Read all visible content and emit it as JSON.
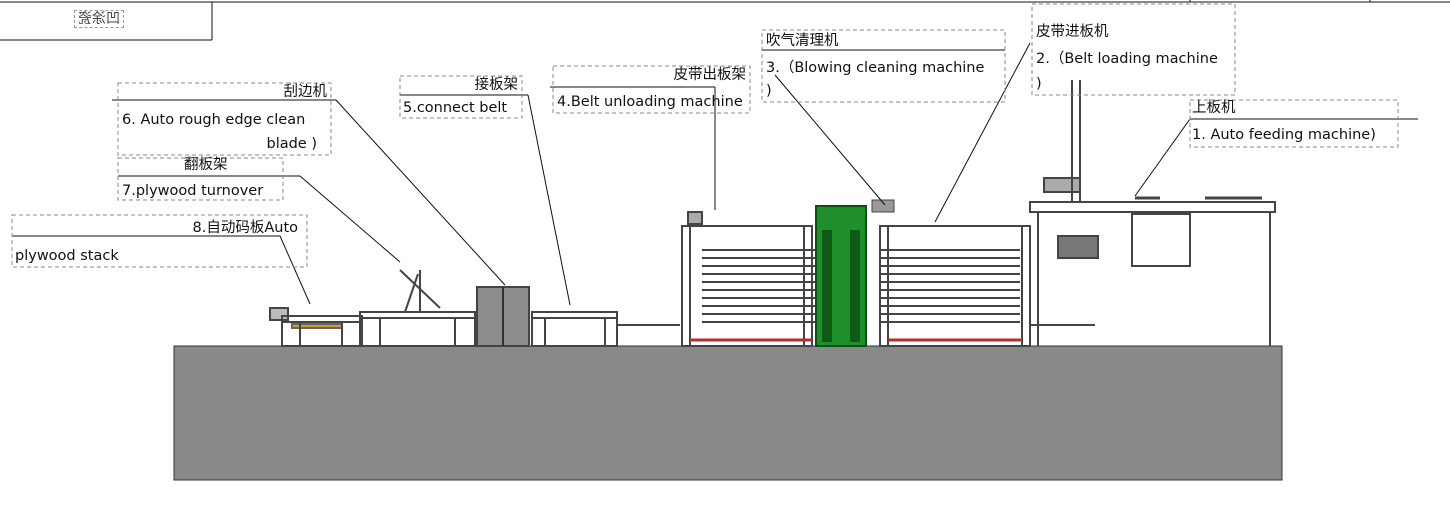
{
  "stamp_text": "凹涂瓷",
  "labels": {
    "m1_cn": "上板机",
    "m1_en": "1. Auto feeding machine)",
    "m2_cn": "皮带进板机",
    "m2_en_1": "2.（Belt loading machine",
    "m2_en_2": ")",
    "m3_cn": "吹气清理机",
    "m3_en_1": "3.（Blowing cleaning machine",
    "m3_en_2": ")",
    "m4_cn": "皮带出板架",
    "m4_en": "4.Belt unloading machine",
    "m5_cn": "接板架",
    "m5_en": "5.connect belt",
    "m6_cn": "刮边机",
    "m6_en_1": "6. Auto rough edge clean",
    "m6_en_2": "blade )",
    "m7_cn": "翻板架",
    "m7_en": "7.plywood turnover",
    "m8_cn_en": "8.自动码板Auto",
    "m8_en_2": "plywood stack"
  },
  "colors": {
    "floor": "#898989",
    "frame": "#4a4a4a",
    "green": "#1e8f2a",
    "belt_red": "#b03030",
    "cabinet": "#8c8c8c"
  }
}
